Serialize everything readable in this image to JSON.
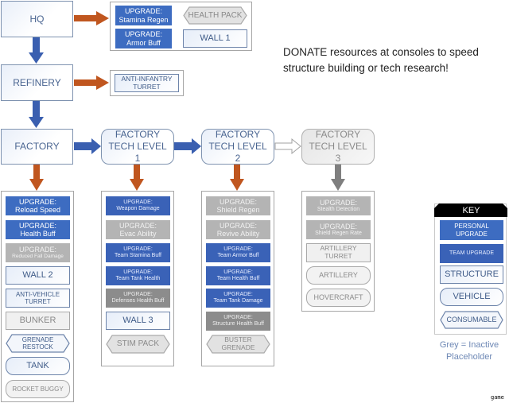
{
  "colors": {
    "personal_upgrade": "#3d6cc1",
    "team_upgrade": "#3a62b7",
    "inactive": "#b4b4b4",
    "branch_arrow": "#c0561f",
    "main_arrow": "#3a5fb0",
    "inactive_arrow": "#8a8a8a"
  },
  "main_nodes": {
    "hq": "HQ",
    "refinery": "REFINERY",
    "factory": "FACTORY",
    "tech1": "FACTORY TECH LEVEL 1",
    "tech2": "FACTORY TECH LEVEL 2",
    "tech3": "FACTORY TECH LEVEL 3"
  },
  "hq_unlocks": {
    "upgrade_stamina": {
      "line1": "UPGRADE:",
      "line2": "Stamina Regen"
    },
    "health_pack": "HEALTH PACK",
    "upgrade_armor": {
      "line1": "UPGRADE:",
      "line2": "Armor Buff"
    },
    "wall1": "WALL 1"
  },
  "refinery_unlocks": {
    "anti_infantry": "ANTI-INFANTRY TURRET"
  },
  "note": "DONATE resources at consoles to speed structure building or tech research!",
  "factory_unlocks": [
    {
      "type": "pu",
      "line1": "UPGRADE:",
      "line2": "Reload Speed"
    },
    {
      "type": "pu",
      "line1": "UPGRADE:",
      "line2": "Health Buff"
    },
    {
      "type": "gpu",
      "line1": "UPGRADE:",
      "line2": "Reduced Fall Damage"
    },
    {
      "type": "struct",
      "label": "WALL 2"
    },
    {
      "type": "struct",
      "label": "ANTI-VEHICLE TURRET"
    },
    {
      "type": "gstruct",
      "label": "BUNKER"
    },
    {
      "type": "cons",
      "label": "GRENADE RESTOCK"
    },
    {
      "type": "veh",
      "label": "TANK"
    },
    {
      "type": "gveh",
      "label": "ROCKET BUGGY"
    }
  ],
  "tech1_unlocks": [
    {
      "type": "tu",
      "line1": "UPGRADE:",
      "line2": "Weapon Damage"
    },
    {
      "type": "gpu",
      "line1": "UPGRADE:",
      "line2": "Evac Ability"
    },
    {
      "type": "tu",
      "line1": "UPGRADE:",
      "line2": "Team Stamina Buff"
    },
    {
      "type": "tu",
      "line1": "UPGRADE:",
      "line2": "Team Tank Health"
    },
    {
      "type": "gtu",
      "line1": "UPGRADE:",
      "line2": "Defenses Health Buff"
    },
    {
      "type": "struct",
      "label": "WALL 3"
    },
    {
      "type": "gcons",
      "label": "STIM PACK"
    }
  ],
  "tech2_unlocks": [
    {
      "type": "gpu",
      "line1": "UPGRADE:",
      "line2": "Shield Regen"
    },
    {
      "type": "gpu",
      "line1": "UPGRADE:",
      "line2": "Revive Ability"
    },
    {
      "type": "tu",
      "line1": "UPGRADE:",
      "line2": "Team Armor Buff"
    },
    {
      "type": "tu",
      "line1": "UPGRADE:",
      "line2": "Team Health Buff"
    },
    {
      "type": "tu",
      "line1": "UPGRADE:",
      "line2": "Team Tank Damage"
    },
    {
      "type": "gtu",
      "line1": "UPGRADE:",
      "line2": "Structure Health Buff"
    },
    {
      "type": "gcons",
      "label": "BUSTER GRENADE"
    }
  ],
  "tech3_unlocks": [
    {
      "type": "gpu",
      "line1": "UPGRADE:",
      "line2": "Stealth Detection"
    },
    {
      "type": "gpu",
      "line1": "UPGRADE:",
      "line2": "Shield Regen Rate"
    },
    {
      "type": "gstruct",
      "label": "ARTILLERY TURRET"
    },
    {
      "type": "gveh",
      "label": "ARTILLERY"
    },
    {
      "type": "gveh",
      "label": "HOVERCRAFT"
    }
  ],
  "key": {
    "title": "KEY",
    "personal": "PERSONAL UPGRADE",
    "team": "TEAM UPGRADE",
    "structure": "STRUCTURE",
    "vehicle": "VEHICLE",
    "consumable": "CONSUMABLE",
    "note_line1": "Grey = Inactive",
    "note_line2": "Placeholder"
  },
  "watermark": "game"
}
